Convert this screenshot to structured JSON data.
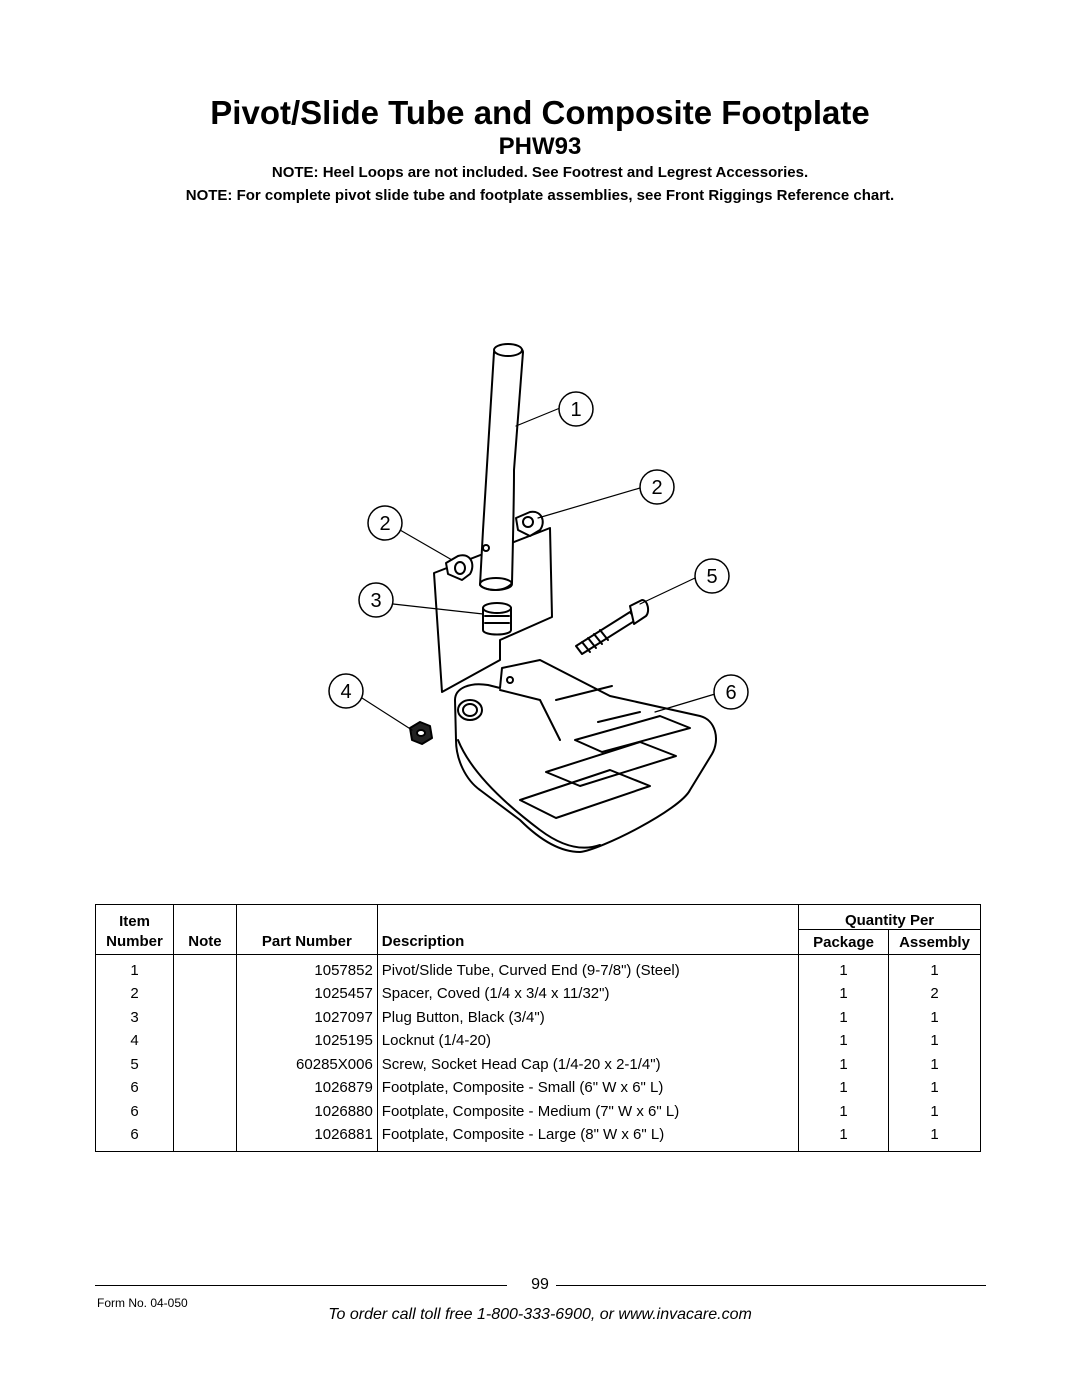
{
  "header": {
    "title": "Pivot/Slide Tube and Composite Footplate",
    "model": "PHW93",
    "note1": "NOTE: Heel Loops are not included. See Footrest and Legrest Accessories.",
    "note2": "NOTE: For complete pivot slide tube and footplate assemblies, see Front Riggings Reference chart."
  },
  "diagram": {
    "callouts": [
      "1",
      "2",
      "2",
      "3",
      "5",
      "4",
      "6"
    ]
  },
  "table": {
    "headers": {
      "item_top": "Item",
      "item_bottom": "Number",
      "note": "Note",
      "part_number": "Part Number",
      "description": "Description",
      "quantity_per": "Quantity Per",
      "package": "Package",
      "assembly": "Assembly"
    },
    "rows": [
      {
        "item": "1",
        "note": "",
        "part": "1057852",
        "description": "Pivot/Slide Tube, Curved End (9-7/8\") (Steel)",
        "package": "1",
        "assembly": "1"
      },
      {
        "item": "2",
        "note": "",
        "part": "1025457",
        "description": "Spacer, Coved (1/4 x 3/4 x 11/32\")",
        "package": "1",
        "assembly": "2"
      },
      {
        "item": "3",
        "note": "",
        "part": "1027097",
        "description": "Plug Button, Black (3/4\")",
        "package": "1",
        "assembly": "1"
      },
      {
        "item": "4",
        "note": "",
        "part": "1025195",
        "description": "Locknut (1/4-20)",
        "package": "1",
        "assembly": "1"
      },
      {
        "item": "5",
        "note": "",
        "part": "60285X006",
        "description": "Screw, Socket Head Cap (1/4-20 x 2-1/4\")",
        "package": "1",
        "assembly": "1"
      },
      {
        "item": "6",
        "note": "",
        "part": "1026879",
        "description": "Footplate, Composite - Small (6\" W x 6\" L)",
        "package": "1",
        "assembly": "1"
      },
      {
        "item": "6",
        "note": "",
        "part": "1026880",
        "description": "Footplate, Composite - Medium (7\" W x 6\" L)",
        "package": "1",
        "assembly": "1"
      },
      {
        "item": "6",
        "note": "",
        "part": "1026881",
        "description": "Footplate, Composite - Large (8\" W x 6\" L)",
        "package": "1",
        "assembly": "1"
      }
    ]
  },
  "footer": {
    "page_number": "99",
    "form_number": "Form No.  04-050",
    "order_text": "To order call toll free 1-800-333-6900, or www.invacare.com"
  }
}
